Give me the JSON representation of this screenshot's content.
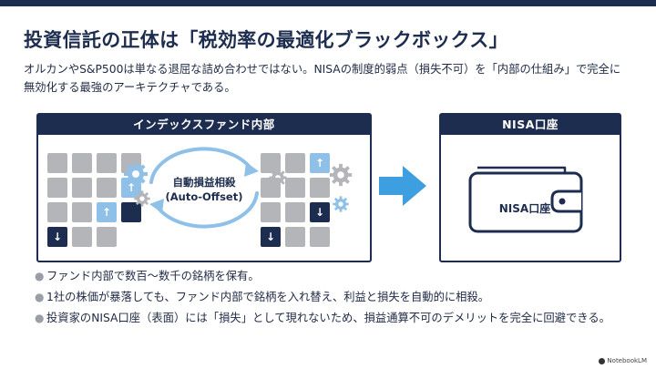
{
  "title": "投資信託の正体は「税効率の最適化ブラックボックス」",
  "subtitle": "オルカンやS&P500は単なる退屈な詰め合わせではない。NISAの制度的弱点（損失不可）を「内部の仕組み」で完全に無効化する最強のアーキテクチャである。",
  "left_panel": {
    "header": "インデックスファンド内部",
    "center_label_line1": "自動損益相殺",
    "center_label_line2": "(Auto-Offset)"
  },
  "right_panel": {
    "header": "NISA口座",
    "wallet_label": "NISA口座"
  },
  "bullets": [
    "ファンド内部で数百〜数千の銘柄を保有。",
    "1社の株価が暴落しても、ファンド内部で銘柄を入れ替え、利益と損失を自動的に相殺。",
    "投資家のNISA口座（表面）には「損失」として現れないため、損益通算不可のデメリットを完全に回避できる。"
  ],
  "bullet_symbol": "●",
  "footer": "NotebookLM",
  "icons": {
    "up": "↑",
    "down": "↓",
    "arrow": "right-arrow-icon",
    "gear": "gear-icon",
    "wallet": "wallet-icon",
    "cycle": "cycle-arrows-icon"
  },
  "colors": {
    "navy": "#1c2d4f",
    "light_blue": "#8ec0e8",
    "gray": "#b3b5b8",
    "arrow_blue": "#3e9fe0"
  }
}
